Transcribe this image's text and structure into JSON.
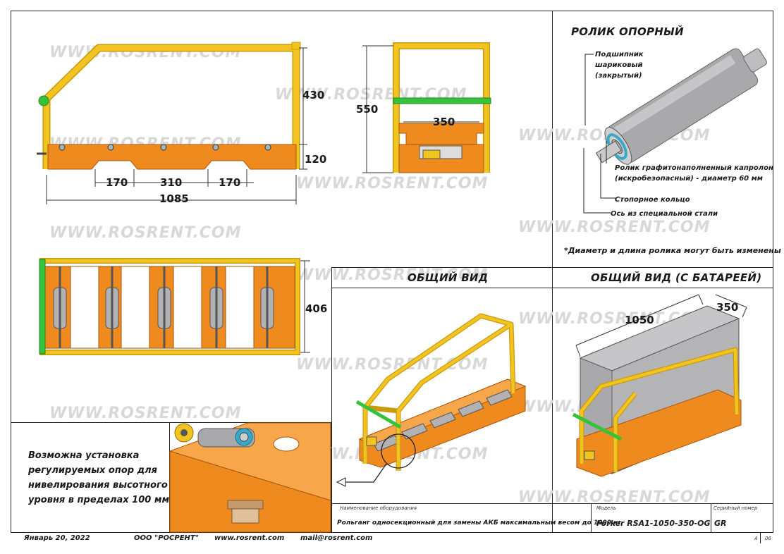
{
  "watermark": "WWW.ROSRENT.COM",
  "dimensions": {
    "height_frame": "430",
    "height_base": "120",
    "length_total": "1085",
    "spacing_left": "170",
    "spacing_mid": "310",
    "spacing_right": "170",
    "side_height": "550",
    "side_width": "350",
    "top_width": "406"
  },
  "roller_section": {
    "title": "РОЛИК ОПОРНЫЙ",
    "bearing_label": [
      "Подшипник",
      "шариковый",
      "(закрытый)"
    ],
    "roller_label": [
      "Ролик графитонаполненный капролон",
      "(искробезопасный) - диаметр 60 мм"
    ],
    "ring_label": "Стопорное кольцо",
    "axis_label": "Ось из специальной стали",
    "note": "*Диаметр и длина ролика могут быть изменены"
  },
  "general_view": {
    "title": "ОБЩИЙ ВИД"
  },
  "battery_view": {
    "title": "ОБЩИЙ ВИД (С БАТАРЕЕЙ)",
    "dim_length": "1050",
    "dim_width": "350"
  },
  "support_note": [
    "Возможна установка",
    "регулируемых опор для",
    "нивелирования высотного",
    "уровня в пределах 100 мм"
  ],
  "title_block": {
    "equipment_header": "Наименование оборудования",
    "equipment_value": "Рольганг односекционный для замены АКБ максимальным весом до 1000 кг",
    "model_header": "Модель",
    "model_value": "Forker RSA1-1050-350-OG",
    "serial_header": "Серийный номер",
    "serial_value": "GR",
    "sheet_a": "A",
    "sheet_b": "06"
  },
  "footer": {
    "date": "Январь 20, 2022",
    "company": "ООО \"РОСРЕНТ\"",
    "website": "www.rosrent.com",
    "email": "mail@rosrent.com"
  },
  "colors": {
    "frame_yellow": "#f2c41f",
    "base_orange": "#ef8a1f",
    "handle_green": "#36c23a",
    "roller_gray": "#a9a9ab",
    "bearing_cyan": "#37a9c9"
  }
}
